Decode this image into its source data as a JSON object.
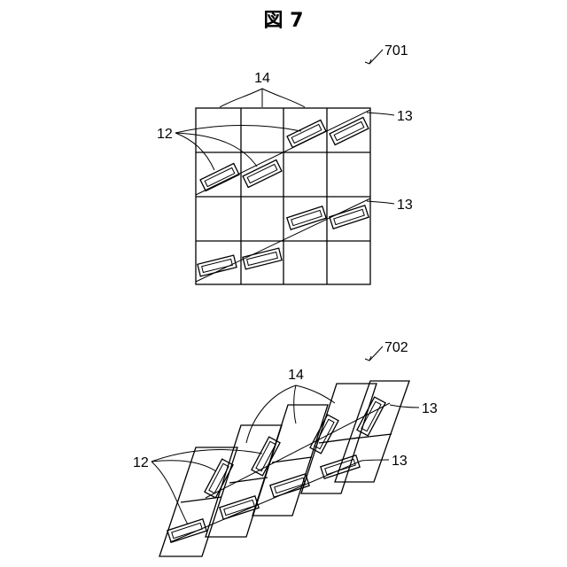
{
  "figure": {
    "title": "図 7",
    "upper": {
      "ref": "701",
      "callout_fin": "14",
      "callout_chips": "12",
      "callout_wire_top": "13",
      "callout_wire_mid": "13"
    },
    "lower": {
      "ref": "702",
      "callout_fin": "14",
      "callout_chips": "12",
      "callout_wire_top": "13",
      "callout_wire_mid": "13"
    }
  }
}
